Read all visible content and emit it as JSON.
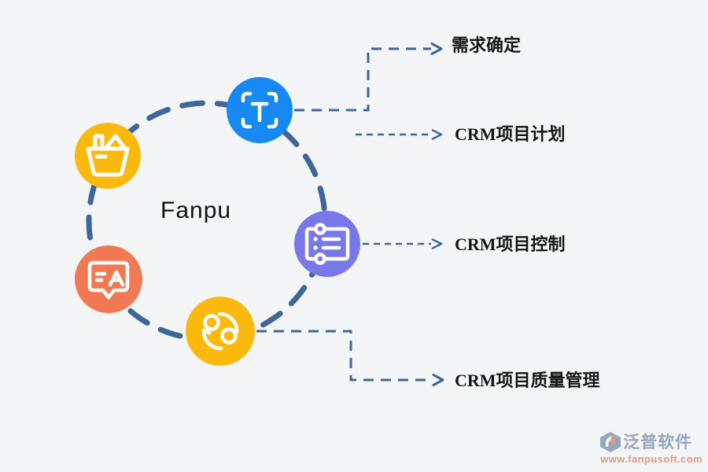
{
  "canvas": {
    "background": "#f4f5f6"
  },
  "colors": {
    "dash_blue": "#3f6699",
    "node_blue": "#1689f2",
    "node_yellow": "#fbb90e",
    "node_purple": "#7977e9",
    "node_orange": "#f17a54",
    "label_text": "#161616",
    "brand_grey": "#97a6bc",
    "brand_salmon": "#dd9b85",
    "bg": "#f4f5f6"
  },
  "center_label": "Fanpu",
  "nodes": [
    {
      "id": "basket",
      "icon": "shopping-basket-icon",
      "color_key": "node_yellow"
    },
    {
      "id": "text-scan",
      "icon": "text-scan-icon",
      "color_key": "node_blue"
    },
    {
      "id": "ticket",
      "icon": "ticket-list-icon",
      "color_key": "node_purple"
    },
    {
      "id": "chat",
      "icon": "translate-chat-icon",
      "color_key": "node_orange"
    },
    {
      "id": "sync",
      "icon": "sync-arrows-icon",
      "color_key": "node_yellow"
    }
  ],
  "labels": {
    "requirements": "需求确定",
    "plan": "CRM项目计划",
    "control": "CRM项目控制",
    "quality": "CRM项目质量管理"
  },
  "footer": {
    "brand": "泛普软件",
    "url": "www.fanpusoft.com"
  }
}
